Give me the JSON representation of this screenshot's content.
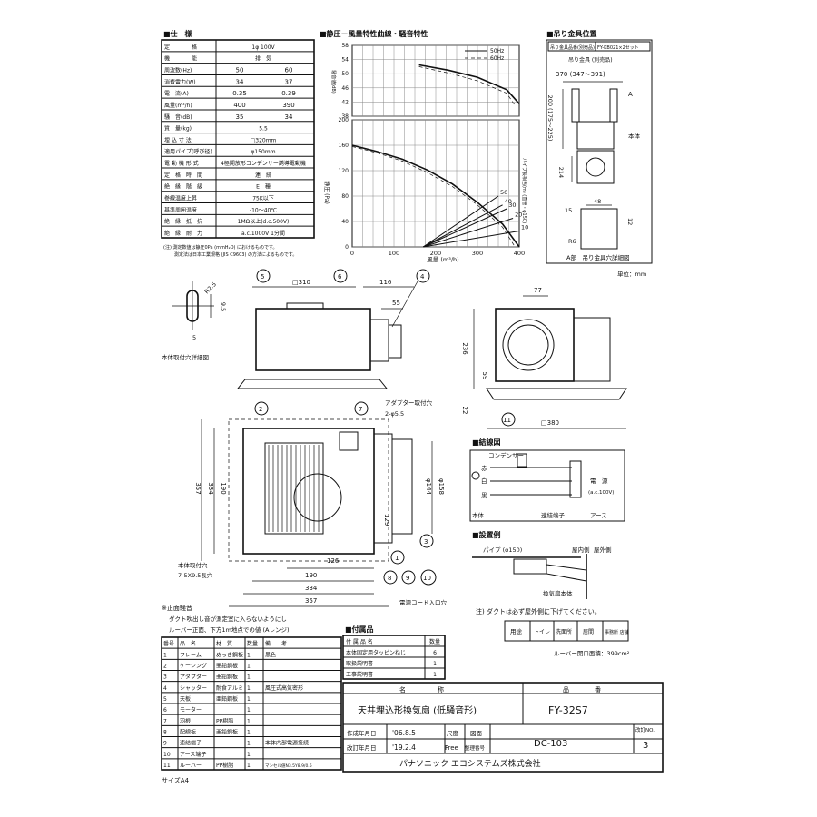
{
  "spec": {
    "title": "■仕　様",
    "rows": [
      [
        "定　　　　格",
        "1φ 100V",
        ""
      ],
      [
        "機　　　　能",
        "排　気",
        ""
      ],
      [
        "周波数(Hz)",
        "50",
        "60"
      ],
      [
        "消費電力(W)",
        "34",
        "37"
      ],
      [
        "電　流(A)",
        "0.35",
        "0.39"
      ],
      [
        "風量(m³/h)",
        "400",
        "390"
      ],
      [
        "騒　音(dB)",
        "35",
        "34"
      ],
      [
        "質　量(kg)",
        "5.5",
        ""
      ],
      [
        "埋 込 寸 法",
        "□320mm",
        ""
      ],
      [
        "適用パイプ(呼び径)",
        "φ150mm",
        ""
      ],
      [
        "電 動 機 形 式",
        "4極開放形コンデンサー誘導電動機",
        ""
      ],
      [
        "定　格　時　間",
        "連　続",
        ""
      ],
      [
        "絶　縁　階　級",
        "E　種",
        ""
      ],
      [
        "巻線温度上昇",
        "75K以下",
        ""
      ],
      [
        "基準周囲温度",
        "-10〜40℃",
        ""
      ],
      [
        "絶　縁　抵　抗",
        "1MΩ以上(d.c.500V)",
        ""
      ],
      [
        "絶　縁　耐　力",
        "a.c.1000V 1分間",
        ""
      ]
    ],
    "note1": "(注) 測定数値は静圧0Pa (mmH₂O) におけるものです。",
    "note2": "測定法は日本工業規格 (JIS C9603) の方法によるものです。"
  },
  "chart": {
    "title": "■静圧－風量特性曲線・騒音特性",
    "legend_50": "50Hz",
    "legend_60": "60Hz",
    "noise_ylabel": "騒音値(dB)",
    "pressure_ylabel": "静圧 (Pa)",
    "xlabel": "風量 (m³/h)",
    "pipe_label": "パイプ長相当(m) (直管・φ150)"
  },
  "chart_data": {
    "type": "line",
    "x_ticks": [
      0,
      100,
      200,
      300,
      400
    ],
    "xlim": [
      0,
      400
    ],
    "noise": {
      "ylim": [
        38,
        58
      ],
      "y_ticks": [
        38,
        42,
        46,
        50,
        54,
        58
      ],
      "series": [
        {
          "name": "50Hz",
          "x": [
            160,
            230,
            300,
            370,
            400
          ],
          "y": [
            52.5,
            51.0,
            49.0,
            45.5,
            41.5
          ]
        },
        {
          "name": "60Hz",
          "x": [
            160,
            230,
            300,
            370,
            390
          ],
          "y": [
            52.0,
            50.2,
            48.0,
            44.5,
            41.0
          ]
        }
      ]
    },
    "pressure": {
      "ylim": [
        0,
        200
      ],
      "y_ticks": [
        0,
        40,
        80,
        120,
        160,
        200
      ],
      "series": [
        {
          "name": "50Hz",
          "x": [
            0,
            60,
            120,
            180,
            240,
            300,
            360,
            400
          ],
          "y": [
            160,
            150,
            138,
            121,
            99,
            70,
            36,
            0
          ]
        },
        {
          "name": "60Hz",
          "x": [
            0,
            60,
            120,
            180,
            240,
            300,
            360,
            390
          ],
          "y": [
            158,
            148,
            135,
            117,
            95,
            66,
            31,
            0
          ]
        }
      ],
      "pipe_lengths": [
        {
          "label": "50",
          "end": [
            350,
            80
          ]
        },
        {
          "label": "40",
          "end": [
            360,
            66
          ]
        },
        {
          "label": "30",
          "end": [
            370,
            60
          ]
        },
        {
          "label": "20",
          "end": [
            385,
            45
          ]
        },
        {
          "label": "10",
          "end": [
            400,
            25
          ]
        }
      ]
    }
  },
  "hanger": {
    "title": "■吊り金具位置",
    "box1": "吊り金具品番(別売品)",
    "box2": "FY-KB021×2セット",
    "sub": "吊り金具 (別売品)",
    "dim_top": "370 (347〜391)",
    "dim_vert": "200 (175〜225)",
    "mark_a": "A",
    "body": "本体",
    "d214": "214",
    "d48": "48",
    "d15": "15",
    "d12": "12",
    "r6": "R6",
    "caption": "A部　吊り金具穴詳細図"
  },
  "unit": "単位：mm",
  "hole_detail": {
    "r25": "R2.5",
    "d95": "9.5",
    "d5": "5",
    "caption": "本体取付穴詳細図"
  },
  "front_view": {
    "d310": "□310",
    "d116": "116",
    "d55": "55",
    "b5": "5",
    "b6": "6",
    "b4": "4"
  },
  "plan_view": {
    "adapter": "アダプター取付穴",
    "adapter2": "2-φ5.5",
    "d357": "357",
    "d334": "334",
    "d190v": "190",
    "d144": "φ144",
    "d158": "φ158",
    "d129": "129",
    "d126": "126",
    "d190": "190",
    "d334h": "334",
    "d357h": "357",
    "mount": "本体取付穴",
    "mount2": "7-5X9.5長穴",
    "cord": "電源コード入口穴",
    "b2": "2",
    "b7": "7",
    "b3": "3",
    "b1": "1",
    "b8": "8",
    "b9": "9",
    "b10": "10"
  },
  "side_view": {
    "d77": "77",
    "d236": "236",
    "d59": "59",
    "d22": "22",
    "d380": "□380",
    "b11": "11"
  },
  "wiring": {
    "title": "■結線図",
    "capacitor": "コンデンサー",
    "red": "赤",
    "white": "白",
    "black": "黒",
    "body": "本体",
    "terminal": "速結端子",
    "power": "電　源",
    "power2": "(a.c.100V)",
    "earth": "アース"
  },
  "install": {
    "title": "■設置例",
    "pipe": "パイプ (φ150)",
    "inside": "屋内側",
    "outside": "屋外側",
    "fan_body": "換気扇本体",
    "note": "注) ダクトは必ず屋外側に下げてください。"
  },
  "usage": {
    "label": "用途",
    "items": [
      "トイレ",
      "洗面所",
      "居間",
      "事務所 店舗"
    ],
    "louver": "ルーバー開口面積：399cm²"
  },
  "quiet": {
    "title": "※正面騒音",
    "l1": "ダクト吹出し音が測定室に入らないようにし",
    "l2": "ルーバー正面、下方1m地点での値 (Aレンジ)"
  },
  "parts": {
    "head": [
      "番号",
      "品　名",
      "材　質",
      "数量",
      "備　　考"
    ],
    "rows": [
      [
        "1",
        "フレーム",
        "めっき鋼板",
        "1",
        "黒色"
      ],
      [
        "2",
        "ケーシング",
        "亜鉛鋼板",
        "1",
        ""
      ],
      [
        "3",
        "アダプター",
        "亜鉛鋼板",
        "1",
        ""
      ],
      [
        "4",
        "シャッター",
        "耐食アルミ",
        "1",
        "風圧式高気密形"
      ],
      [
        "5",
        "天板",
        "亜鉛鋼板",
        "1",
        ""
      ],
      [
        "6",
        "モーター",
        "",
        "1",
        ""
      ],
      [
        "7",
        "羽根",
        "PP樹脂",
        "1",
        ""
      ],
      [
        "8",
        "配線板",
        "亜鉛鋼板",
        "1",
        ""
      ],
      [
        "9",
        "速結端子",
        "",
        "1",
        "本体内部電源接続"
      ],
      [
        "10",
        "アース端子",
        "",
        "1",
        ""
      ],
      [
        "11",
        "ルーバー",
        "PP樹脂",
        "1",
        "マンセル値N3.5Y8.9/0.6"
      ]
    ]
  },
  "accessories": {
    "title": "■付属品",
    "head": [
      "付 属 品 名",
      "数量"
    ],
    "rows": [
      [
        "本体固定用タッピンねじ",
        "6"
      ],
      [
        "取扱説明書",
        "1"
      ],
      [
        "工事説明書",
        "1"
      ]
    ]
  },
  "title_block": {
    "name_h": "名　　　　　称",
    "num_h": "品　　　　番",
    "name": "天井埋込形換気扇 (低騒音形)",
    "model": "FY-32S7",
    "created_l": "作成年月日",
    "created": "'06.8.5",
    "revised_l": "改訂年月日",
    "revised": "'19.2.4",
    "scale_l": "尺度",
    "scale": "Free",
    "drawing_l": "図面",
    "reg_l": "整理番号",
    "drawing_no": "DC-103",
    "rev_l": "改訂NO.",
    "rev": "3",
    "company": "パナソニック エコシステムズ株式会社"
  },
  "size": "サイズA4"
}
